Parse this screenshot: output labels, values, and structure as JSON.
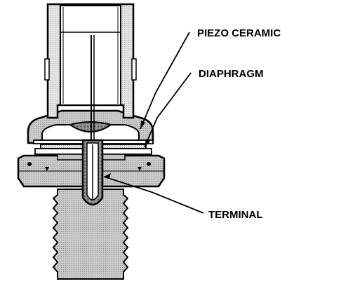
{
  "labels": {
    "piezo": "PIEZO CERAMIC",
    "diaphragm": "DIAPHRAGM",
    "terminal": "TERMINAL"
  },
  "colors": {
    "ink": "#000000",
    "paper": "#ffffff",
    "body_shade": "#b8b8b8",
    "dark_shade": "#7a7a7a",
    "light_shade": "#dcdcdc"
  }
}
